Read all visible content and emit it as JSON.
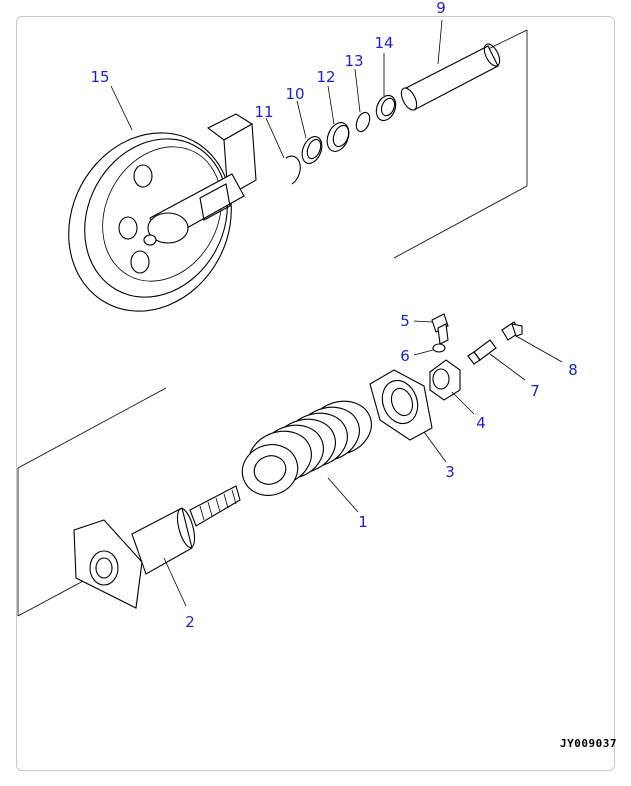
{
  "callouts": [
    {
      "id": "1",
      "label": "1"
    },
    {
      "id": "2",
      "label": "2"
    },
    {
      "id": "3",
      "label": "3"
    },
    {
      "id": "4",
      "label": "4"
    },
    {
      "id": "5",
      "label": "5"
    },
    {
      "id": "6",
      "label": "6"
    },
    {
      "id": "7",
      "label": "7"
    },
    {
      "id": "8",
      "label": "8"
    },
    {
      "id": "9",
      "label": "9"
    },
    {
      "id": "10",
      "label": "10"
    },
    {
      "id": "11",
      "label": "11"
    },
    {
      "id": "12",
      "label": "12"
    },
    {
      "id": "13",
      "label": "13"
    },
    {
      "id": "14",
      "label": "14"
    },
    {
      "id": "15",
      "label": "15"
    }
  ],
  "drawing_id": "JY009037"
}
